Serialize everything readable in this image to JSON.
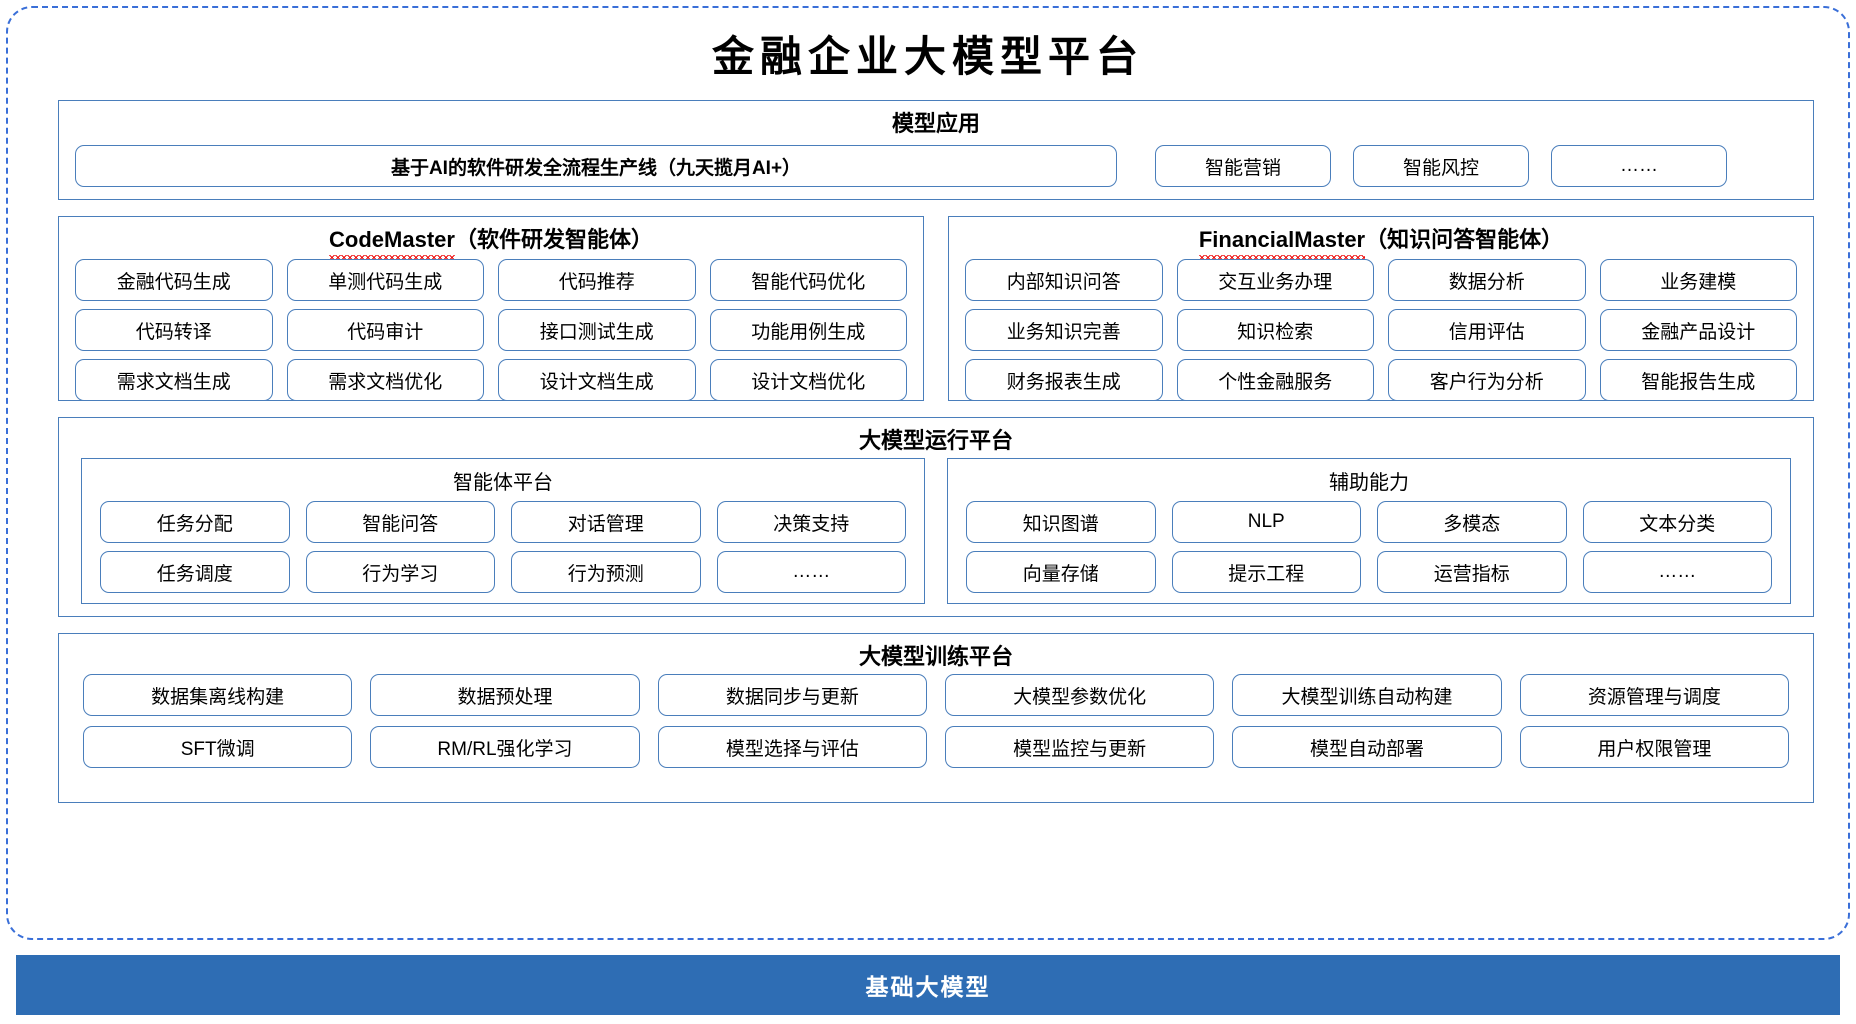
{
  "page": {
    "title": "金融企业大模型平台"
  },
  "model_application": {
    "title": "模型应用",
    "main_item": "基于AI的软件研发全流程生产线（九天揽月AI+）",
    "items": [
      "智能营销",
      "智能风控",
      "……"
    ]
  },
  "agents": [
    {
      "name": "CodeMaster",
      "suffix": "（软件研发智能体）",
      "spellcheck_underline": true,
      "items": [
        "金融代码生成",
        "单测代码生成",
        "代码推荐",
        "智能代码优化",
        "代码转译",
        "代码审计",
        "接口测试生成",
        "功能用例生成",
        "需求文档生成",
        "需求文档优化",
        "设计文档生成",
        "设计文档优化"
      ]
    },
    {
      "name": "FinancialMaster",
      "suffix": "（知识问答智能体）",
      "spellcheck_underline": true,
      "items": [
        "内部知识问答",
        "交互业务办理",
        "数据分析",
        "业务建模",
        "业务知识完善",
        "知识检索",
        "信用评估",
        "金融产品设计",
        "财务报表生成",
        "个性金融服务",
        "客户行为分析",
        "智能报告生成"
      ]
    }
  ],
  "runtime_platform": {
    "title": "大模型运行平台",
    "sub_panels": [
      {
        "title": "智能体平台",
        "items": [
          "任务分配",
          "智能问答",
          "对话管理",
          "决策支持",
          "任务调度",
          "行为学习",
          "行为预测",
          "……"
        ]
      },
      {
        "title": "辅助能力",
        "items": [
          "知识图谱",
          "NLP",
          "多模态",
          "文本分类",
          "向量存储",
          "提示工程",
          "运营指标",
          "……"
        ]
      }
    ]
  },
  "training_platform": {
    "title": "大模型训练平台",
    "items": [
      "数据集离线构建",
      "数据预处理",
      "数据同步与更新",
      "大模型参数优化",
      "大模型训练自动构建",
      "资源管理与调度",
      "SFT微调",
      "RM/RL强化学习",
      "模型选择与评估",
      "模型监控与更新",
      "模型自动部署",
      "用户权限管理"
    ]
  },
  "base_model_bar": {
    "label": "基础大模型"
  },
  "colors": {
    "border_blue": "#4a7ebb",
    "dashed_blue": "#3a6fd8",
    "base_bar_blue": "#2e6db4",
    "spellcheck_red": "#ee1111",
    "text_black": "#000000"
  }
}
